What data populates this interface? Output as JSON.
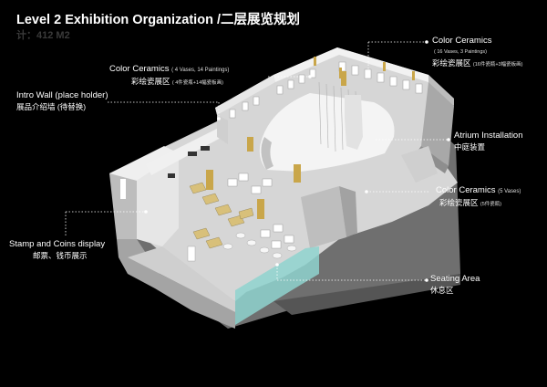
{
  "header": {
    "title": "Level 2 Exhibition Organization /二层展览规划",
    "area": "计：412 M2"
  },
  "labels": {
    "color_ceramics_top": {
      "en": "Color Ceramics",
      "detail": "( 16 Vases, 3 Paintings)",
      "zh": "彩绘瓷展区",
      "zh_detail": "(16件瓷瓶+3幅瓷板画)"
    },
    "color_ceramics_left": {
      "en": "Color Ceramics",
      "detail": "( 4 Vases, 14 Paintings)",
      "zh": "彩绘瓷展区",
      "zh_detail": "( 4件瓷瓶+14幅瓷板画)"
    },
    "intro_wall": {
      "en": "Intro Wall (place holder)",
      "zh": "展品介绍墙 (待替换)"
    },
    "atrium": {
      "en": "Atrium Installation",
      "zh": "中庭装置"
    },
    "color_ceramics_right": {
      "en": "Color Ceramics",
      "detail": "(5 Vases)",
      "zh": "彩绘瓷展区",
      "zh_detail": "(5件瓷瓶)"
    },
    "stamp": {
      "en": "Stamp and Coins display",
      "zh": "邮票、钱币展示"
    },
    "seating": {
      "en": "Seating Area",
      "zh": "休息区"
    }
  },
  "colors": {
    "background": "#000000",
    "floor": "#d4d4d4",
    "wall_light": "#eeeeee",
    "wall_shade": "#a9a9a9",
    "gold": "#c9a64a",
    "glass": "#8fd3cf"
  }
}
